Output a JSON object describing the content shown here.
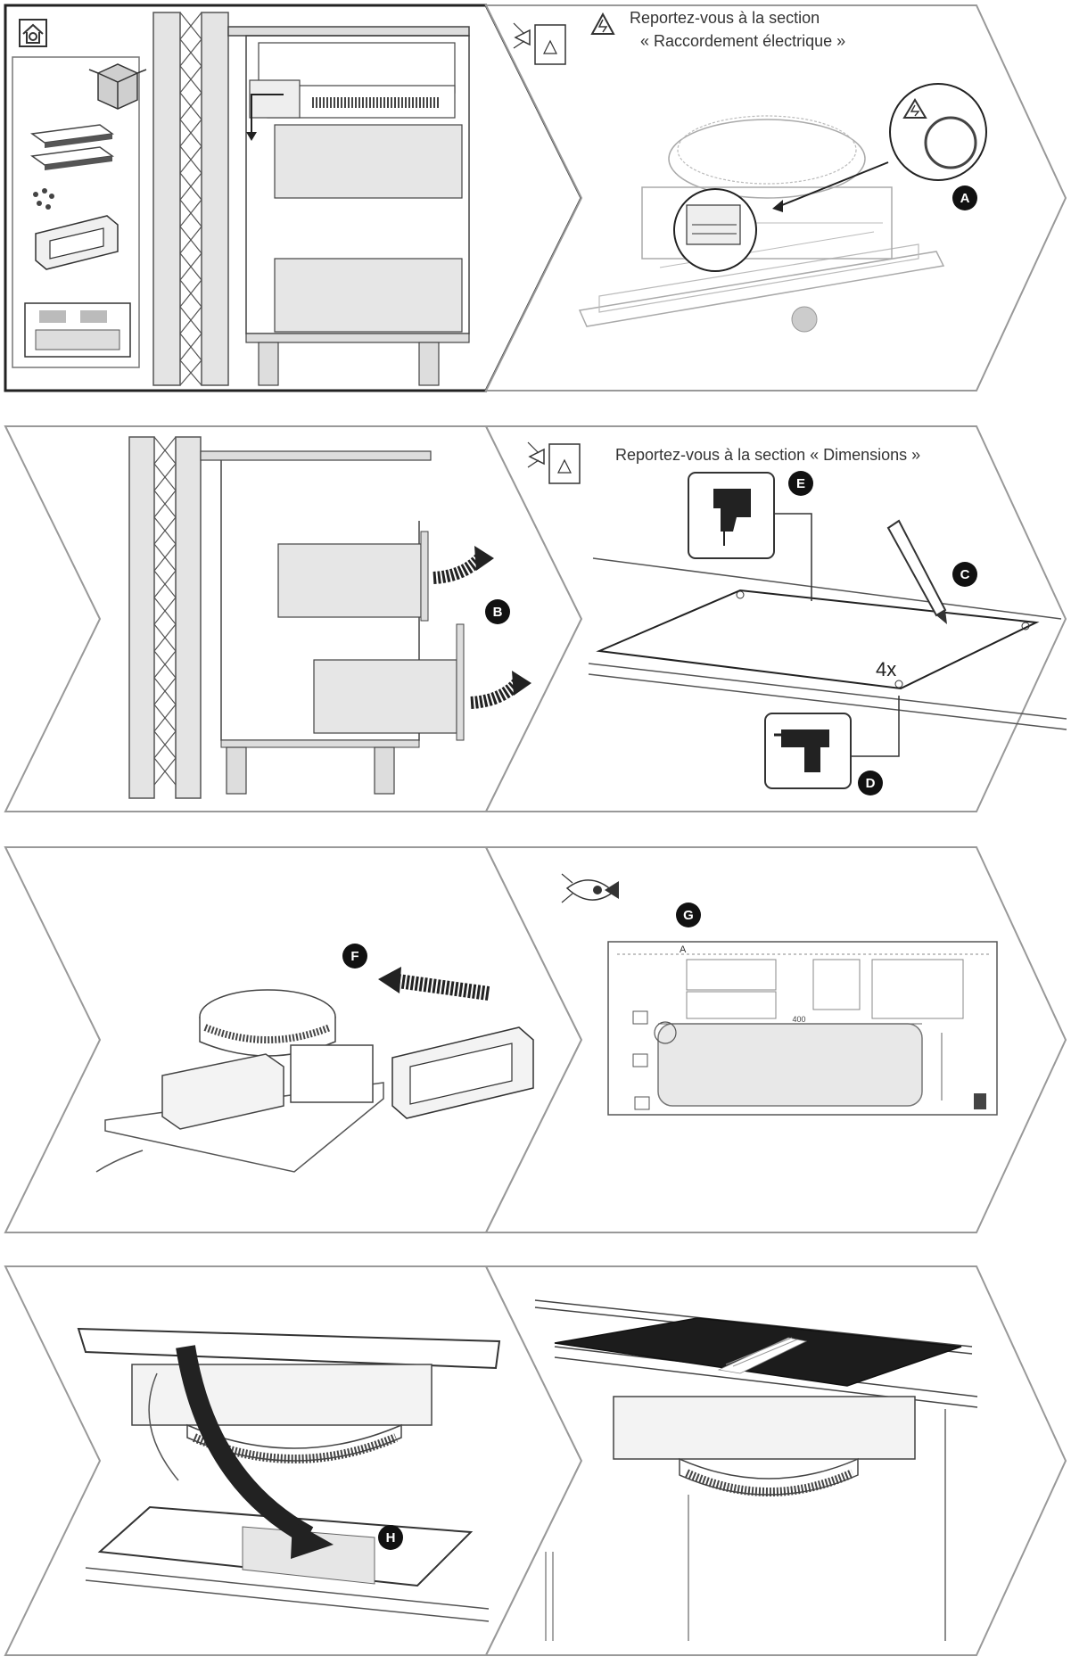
{
  "notes": {
    "electrical_line1": "Reportez-vous à la section",
    "electrical_line2": "« Raccordement électrique »",
    "dimensions": "Reportez-vous à la section « Dimensions »"
  },
  "callouts": {
    "a": "A",
    "b": "B",
    "c": "C",
    "d": "D",
    "e": "E",
    "f": "F",
    "g": "G",
    "h": "H"
  },
  "hole_count": "4x",
  "template": {
    "corner_mark": "A",
    "width_label": "400"
  },
  "colors": {
    "line": "#555555",
    "frame": "#9a9a9a",
    "fill_gray": "#e6e6e6",
    "badge": "#111111",
    "hob_glass": "#1c1c1c"
  }
}
